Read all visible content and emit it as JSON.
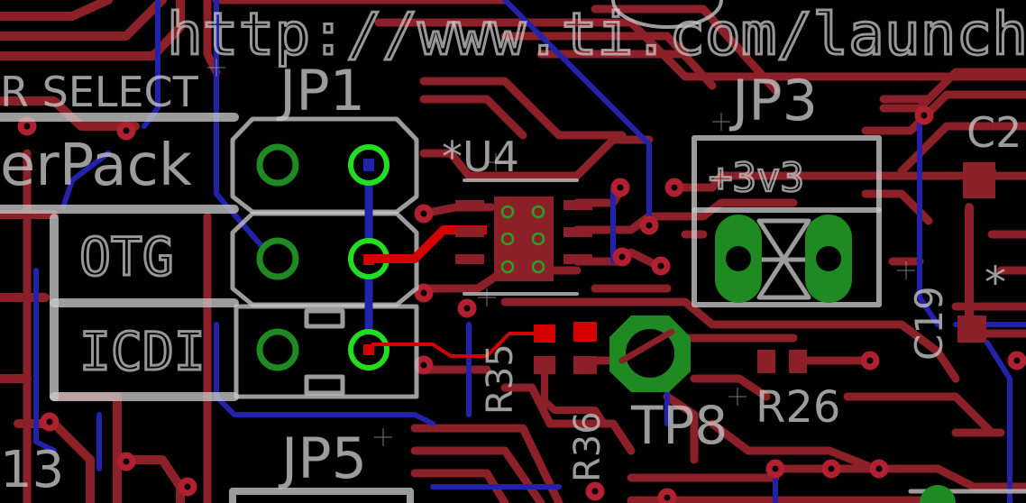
{
  "board": {
    "url_text": "http://www.ti.com/launch",
    "labels": {
      "jp1": "JP1",
      "jp3": "JP3",
      "jp5": "JP5",
      "u4": "*U4",
      "tp8": "TP8",
      "r26": "R26",
      "r35": "R35",
      "r36": "R36",
      "c19": "C19",
      "c2x": "C2",
      "star": "*",
      "num13": "13",
      "power_select": "R SELECT",
      "powerpack": "erPack",
      "otg": "OTG",
      "icdi": "ICDI",
      "plus3v3": "+3v3"
    }
  },
  "colors": {
    "background": "#000000",
    "top_copper": "#8c2028",
    "bottom_copper": "#2222aa",
    "silkscreen": "#c8c8c8",
    "pad": "#1f8a22",
    "highlight_pad": "#22dd22",
    "highlight_trace": "#d40000"
  }
}
